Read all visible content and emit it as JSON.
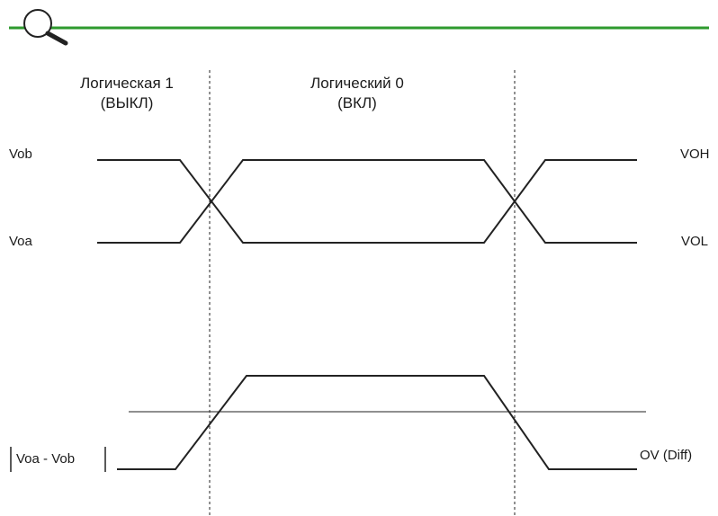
{
  "header": {
    "icon": "magnifier-icon",
    "rule_color": "#2e9a2e"
  },
  "regions": {
    "logic1": {
      "line1": "Логическая 1",
      "line2": "(ВЫКЛ)"
    },
    "logic0": {
      "line1": "Логический 0",
      "line2": "(ВКЛ)"
    }
  },
  "signals": {
    "vob": "Vob",
    "voa": "Voa",
    "voh": "VOH",
    "vol": "VOL",
    "diff_zero": "OV (Diff)",
    "diff": "Voa - Vob"
  }
}
